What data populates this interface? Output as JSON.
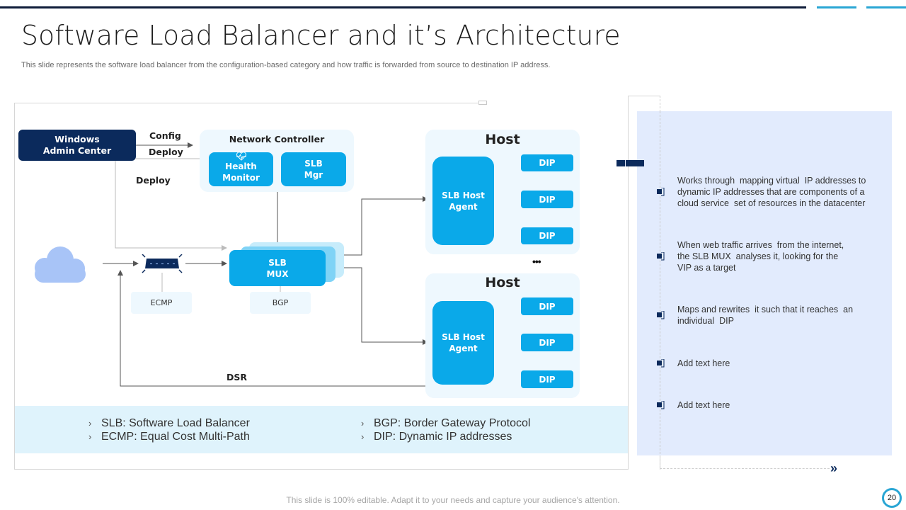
{
  "slide": {
    "title": "Software Load Balancer and it’s Architecture",
    "subtitle": "This slide represents the software load balancer from the configuration-based category and how traffic is forwarded from source to destination IP address.",
    "footer": "This slide is 100% editable. Adapt it to your needs and capture your audience's attention.",
    "page_number": "20"
  },
  "colors": {
    "dark_navy": "#0b2a5c",
    "node_blue": "#0aa9e9",
    "accent_teal": "#2aa6d4",
    "panel_light": "#eef8fe",
    "legend_bg": "#dff3fc",
    "right_panel_bg": "#e2ebfd",
    "cloud": "#a8c4f7"
  },
  "diagram": {
    "admin_center": {
      "line1": "Windows",
      "line2": "Admin Center"
    },
    "edge_labels": {
      "config": "Config",
      "deploy_top": "Deploy",
      "deploy_side": "Deploy",
      "dsr": "DSR"
    },
    "network_controller": {
      "title": "Network Controller",
      "health_monitor": {
        "line1": "Health",
        "line2": "Monitor",
        "icon": "heart-pulse-icon"
      },
      "slb_mgr": {
        "line1": "SLB",
        "line2": "Mgr"
      }
    },
    "internet": {
      "icon": "cloud-icon"
    },
    "router": {
      "icon": "router-icon",
      "label": "ECMP"
    },
    "slb_mux": {
      "line1": "SLB",
      "line2": "MUX",
      "label": "BGP"
    },
    "hosts": [
      {
        "title": "Host",
        "agent": {
          "line1": "SLB Host",
          "line2": "Agent"
        },
        "dips": [
          "DIP",
          "DIP",
          "DIP"
        ]
      },
      {
        "title": "Host",
        "agent": {
          "line1": "SLB Host",
          "line2": "Agent"
        },
        "dips": [
          "DIP",
          "DIP",
          "DIP"
        ]
      }
    ],
    "ellipsis": "•••"
  },
  "legend": {
    "items": [
      {
        "chevron": "›",
        "text": "SLB: Software Load Balancer"
      },
      {
        "chevron": "›",
        "text": "ECMP: Equal Cost Multi-Path"
      },
      {
        "chevron": "›",
        "text": "BGP: Border Gateway Protocol"
      },
      {
        "chevron": "›",
        "text": "DIP: Dynamic IP addresses"
      }
    ]
  },
  "notes": {
    "items": [
      {
        "lines": [
          "Works through  mapping virtual  IP addresses to",
          "dynamic IP addresses that are components of a",
          "cloud service  set of resources in the datacenter"
        ]
      },
      {
        "lines": [
          "When web traffic arrives  from the internet,",
          "the SLB MUX  analyses it, looking for the",
          "VIP as a target"
        ]
      },
      {
        "lines": [
          "Maps and rewrites  it such that it reaches  an",
          "individual  DIP"
        ]
      },
      {
        "lines": [
          "Add text here"
        ]
      },
      {
        "lines": [
          "Add text here"
        ]
      }
    ],
    "more_icon": "»"
  }
}
